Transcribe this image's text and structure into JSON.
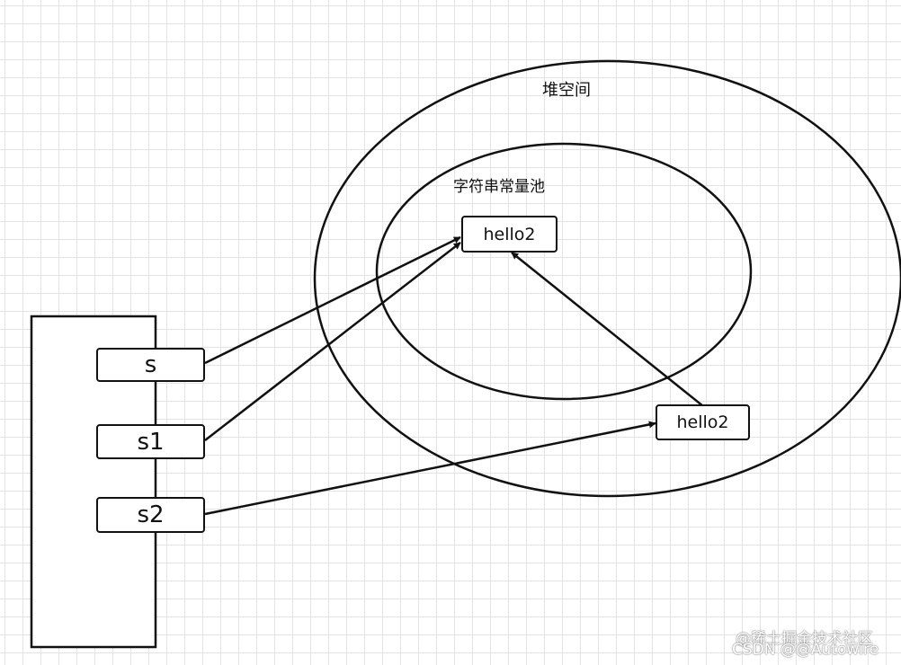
{
  "diagram": {
    "heap_label": "堆空间",
    "pool_label": "字符串常量池",
    "pool_string": "hello2",
    "heap_string": "hello2",
    "variables": [
      "s",
      "s1",
      "s2"
    ]
  },
  "watermark": {
    "line1": "@稀土掘金技术社区",
    "line2": "CSDN @@Autowire"
  },
  "colors": {
    "stroke": "#111111",
    "grid": "#e3e3e3",
    "background": "#ffffff"
  }
}
